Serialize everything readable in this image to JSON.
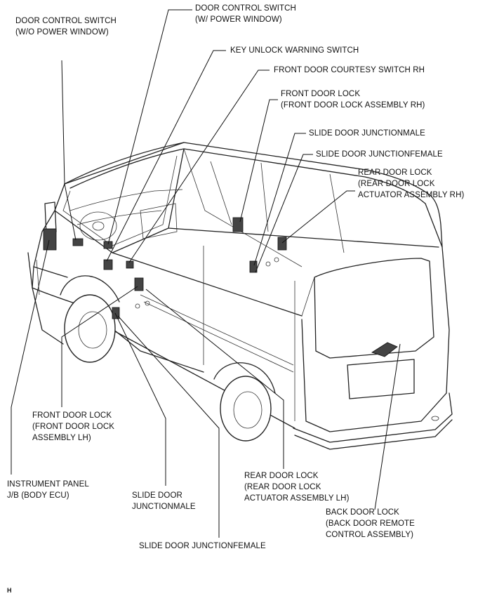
{
  "labels": {
    "door_ctrl_wo": [
      "DOOR CONTROL SWITCH",
      "(W/O POWER WINDOW)"
    ],
    "door_ctrl_w": [
      "DOOR CONTROL SWITCH",
      "(W/ POWER WINDOW)"
    ],
    "key_unlock": [
      "KEY UNLOCK WARNING SWITCH"
    ],
    "courtesy_rh": [
      "FRONT DOOR COURTESY SWITCH RH"
    ],
    "front_lock_rh": [
      "FRONT DOOR LOCK",
      "(FRONT DOOR LOCK ASSEMBLY RH)"
    ],
    "slide_male_top": [
      "SLIDE DOOR JUNCTIONMALE"
    ],
    "slide_female_top": [
      "SLIDE DOOR JUNCTIONFEMALE"
    ],
    "rear_lock_rh": [
      "REAR DOOR LOCK",
      "(REAR DOOR LOCK",
      "ACTUATOR ASSEMBLY RH)"
    ],
    "front_lock_lh": [
      "FRONT DOOR LOCK",
      "(FRONT DOOR LOCK",
      "ASSEMBLY LH)"
    ],
    "instrument_jb": [
      "INSTRUMENT PANEL",
      "J/B (BODY ECU)"
    ],
    "slide_male_bottom": [
      "SLIDE DOOR",
      "JUNCTIONMALE"
    ],
    "slide_female_bottom": [
      "SLIDE DOOR JUNCTIONFEMALE"
    ],
    "rear_lock_lh": [
      "REAR DOOR LOCK",
      "(REAR DOOR LOCK",
      "ACTUATOR ASSEMBLY LH)"
    ],
    "back_lock": [
      "BACK DOOR LOCK",
      "(BACK DOOR REMOTE",
      "CONTROL ASSEMBLY)"
    ]
  },
  "figure_code": "H"
}
